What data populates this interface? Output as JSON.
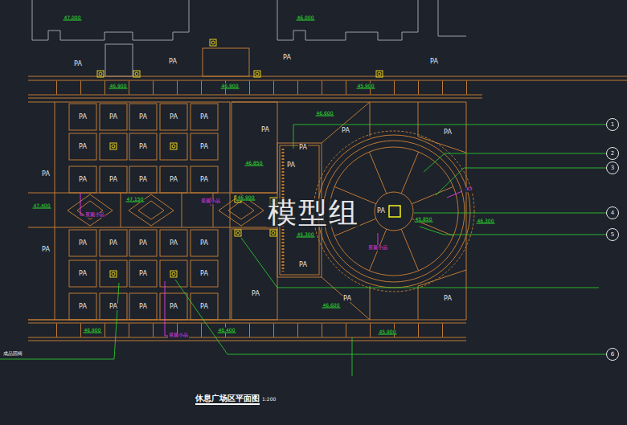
{
  "diagram": {
    "title": "休息广场区平面图",
    "nodes": [
      {
        "text": [
          "1"
        ]
      },
      {
        "text": [
          "2"
        ]
      },
      {
        "text": [
          "3"
        ]
      },
      {
        "text": [
          "4"
        ]
      },
      {
        "text": [
          "5"
        ]
      },
      {
        "text": [
          "6"
        ]
      }
    ],
    "labels": [
      "47.000",
      "46.000",
      "PA",
      "PA",
      "PA",
      "PA",
      "46.900",
      "46.900",
      "45.900",
      "PA",
      "PA",
      "PA",
      "PA",
      "PA",
      "PA",
      "PA",
      "PA",
      "PA",
      "PA",
      "PA",
      "PA",
      "PA",
      "PA",
      "PA",
      "PA",
      "PA",
      "PA",
      "PA",
      "PA",
      "PA",
      "PA",
      "PA",
      "PA",
      "PA",
      "PA",
      "PA",
      "PA",
      "PA",
      "PA",
      "PA",
      "PA",
      "PA",
      "PA",
      "PA",
      "PA",
      "PA",
      "PA",
      "46.600",
      "46.850",
      "47.400",
      "47.150",
      "46.900",
      "45.850",
      "46.300",
      "45.300",
      "46.600",
      "46.900",
      "46.400",
      "45.900",
      "景观小品",
      "景观小品",
      "景观小品",
      "景观小品",
      "K3",
      "成品园椅",
      "模型组",
      "1:200"
    ]
  }
}
